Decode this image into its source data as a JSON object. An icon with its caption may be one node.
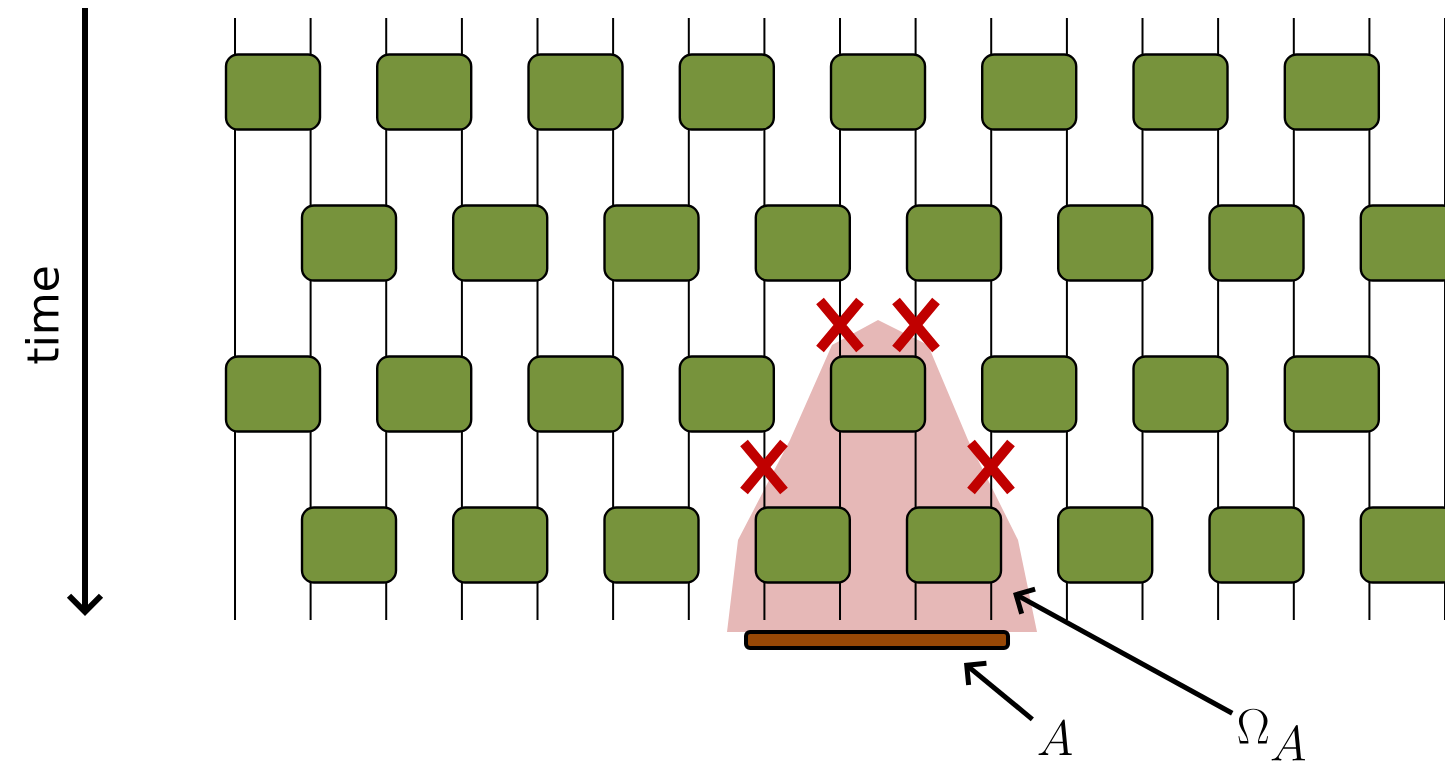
{
  "diagram": {
    "nodes": [
      {
        "text": [],
        "shape": "polygon"
      },
      {
        "text": [],
        "shape": "bar"
      },
      {
        "text": [
          "A"
        ]
      },
      {
        "text": [
          "\\Omega_{A}"
        ]
      }
    ],
    "edges": [
      {
        "from": 2,
        "to": 1,
        "arrow": "to"
      },
      {
        "from": 3,
        "to": 0,
        "arrow": "to"
      }
    ],
    "labels": [
      "time"
    ]
  }
}
